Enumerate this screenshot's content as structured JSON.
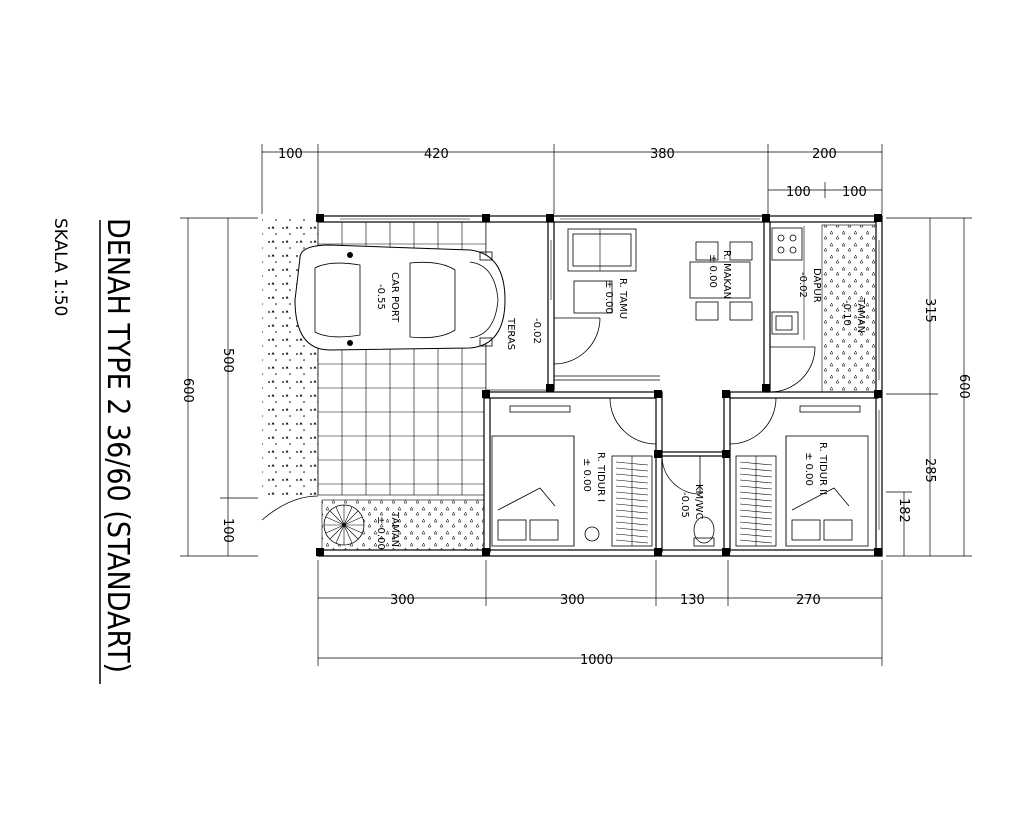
{
  "title": "DENAH TYPE 2 36/60 (STANDART)",
  "scale": "SKALA 1:50",
  "dimensions": {
    "top": [
      "100",
      "420",
      "380",
      "200"
    ],
    "top_sub": [
      "100",
      "100"
    ],
    "bottom": [
      "300",
      "300",
      "130",
      "270"
    ],
    "bottom_total": "1000",
    "left": [
      "500",
      "100"
    ],
    "left_total": "600",
    "right": [
      "315",
      "285"
    ],
    "right_sub": "182",
    "right_total": "600"
  },
  "rooms": {
    "carport": {
      "name": "CAR PORT",
      "level": "-0.55"
    },
    "teras": {
      "name": "TERAS",
      "level": "-0.02"
    },
    "tamu": {
      "name": "R. TAMU",
      "level": "± 0.00"
    },
    "makan": {
      "name": "R. MAKAN",
      "level": "± 0.00"
    },
    "dapur": {
      "name": "DAPUR",
      "level": "-0.02"
    },
    "taman_back": {
      "name": "TAMAN",
      "level": "-0.10"
    },
    "tidur1": {
      "name": "R. TIDUR I",
      "level": "± 0.00"
    },
    "tidur2": {
      "name": "R. TIDUR II",
      "level": "± 0.00"
    },
    "kmwc": {
      "name": "KM/WC",
      "level": "-0.05"
    },
    "taman_front": {
      "name": "TAMAN",
      "level": "± 0.00"
    }
  }
}
